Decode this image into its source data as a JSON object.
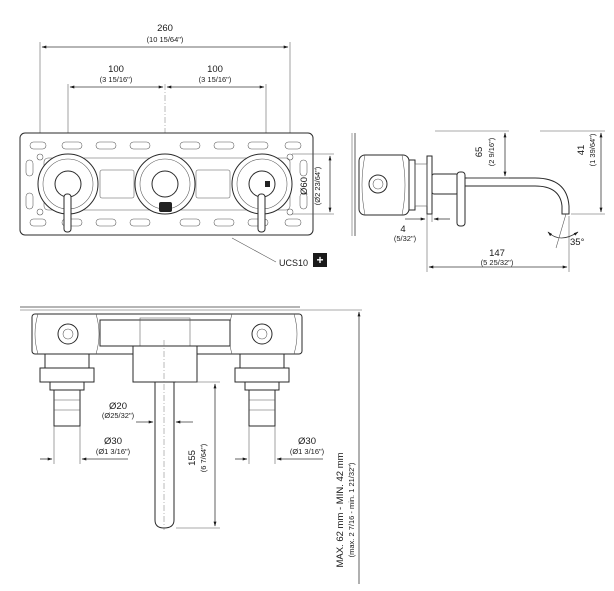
{
  "front_view": {
    "overall_width": {
      "value": "260",
      "inch": "(10 15/64\")"
    },
    "left_spacing": {
      "value": "100",
      "inch": "(3 15/16\")"
    },
    "right_spacing": {
      "value": "100",
      "inch": "(3 15/16\")"
    },
    "rosette_diameter": {
      "value": "Ø60",
      "inch": "(Ø2 23/64\")"
    },
    "accessory": {
      "code": "UCS10",
      "symbol": "+"
    }
  },
  "side_view": {
    "height_65": {
      "value": "65",
      "inch": "(2 9/16\")"
    },
    "height_41": {
      "value": "41",
      "inch": "(1 39/64\")"
    },
    "plate_4": {
      "value": "4",
      "inch": "(5/32\")"
    },
    "projection": {
      "value": "147",
      "inch": "(5 25/32\")"
    },
    "angle": "35°"
  },
  "plan_view": {
    "spout_diameter": {
      "value": "Ø20",
      "inch": "(Ø25/32\")"
    },
    "left_sleeve": {
      "value": "Ø30",
      "inch": "(Ø1 3/16\")"
    },
    "right_sleeve": {
      "value": "Ø30",
      "inch": "(Ø1 3/16\")"
    },
    "spout_length": {
      "value": "155",
      "inch": "(6 7/64\")"
    },
    "depth": {
      "value": "MAX. 62 mm - MIN. 42 mm",
      "inch": "(max. 2 7/16 - min. 1 21/32\")"
    }
  }
}
